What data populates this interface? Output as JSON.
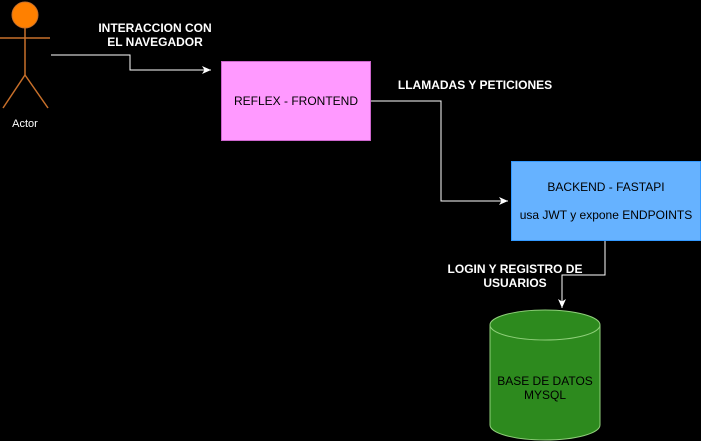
{
  "actor": {
    "label": "Actor",
    "head_color": "#ff8000",
    "stroke_color": "#c8702a"
  },
  "edges": {
    "browser_interaction": {
      "line1": "INTERACCION CON",
      "line2": "EL NAVEGADOR"
    },
    "calls_and_requests": {
      "label": "LLAMADAS Y PETICIONES"
    },
    "login_register": {
      "line1": "LOGIN Y REGISTRO DE",
      "line2": "USUARIOS"
    }
  },
  "nodes": {
    "frontend": {
      "label": "REFLEX - FRONTEND",
      "fill": "#ff99ff"
    },
    "backend": {
      "title": "BACKEND - FASTAPI",
      "subtitle": "usa JWT y expone ENDPOINTS",
      "fill": "#66b2ff"
    },
    "database": {
      "line1": "BASE DE DATOS",
      "line2": "MYSQL",
      "fill": "#2d8a1e"
    }
  }
}
